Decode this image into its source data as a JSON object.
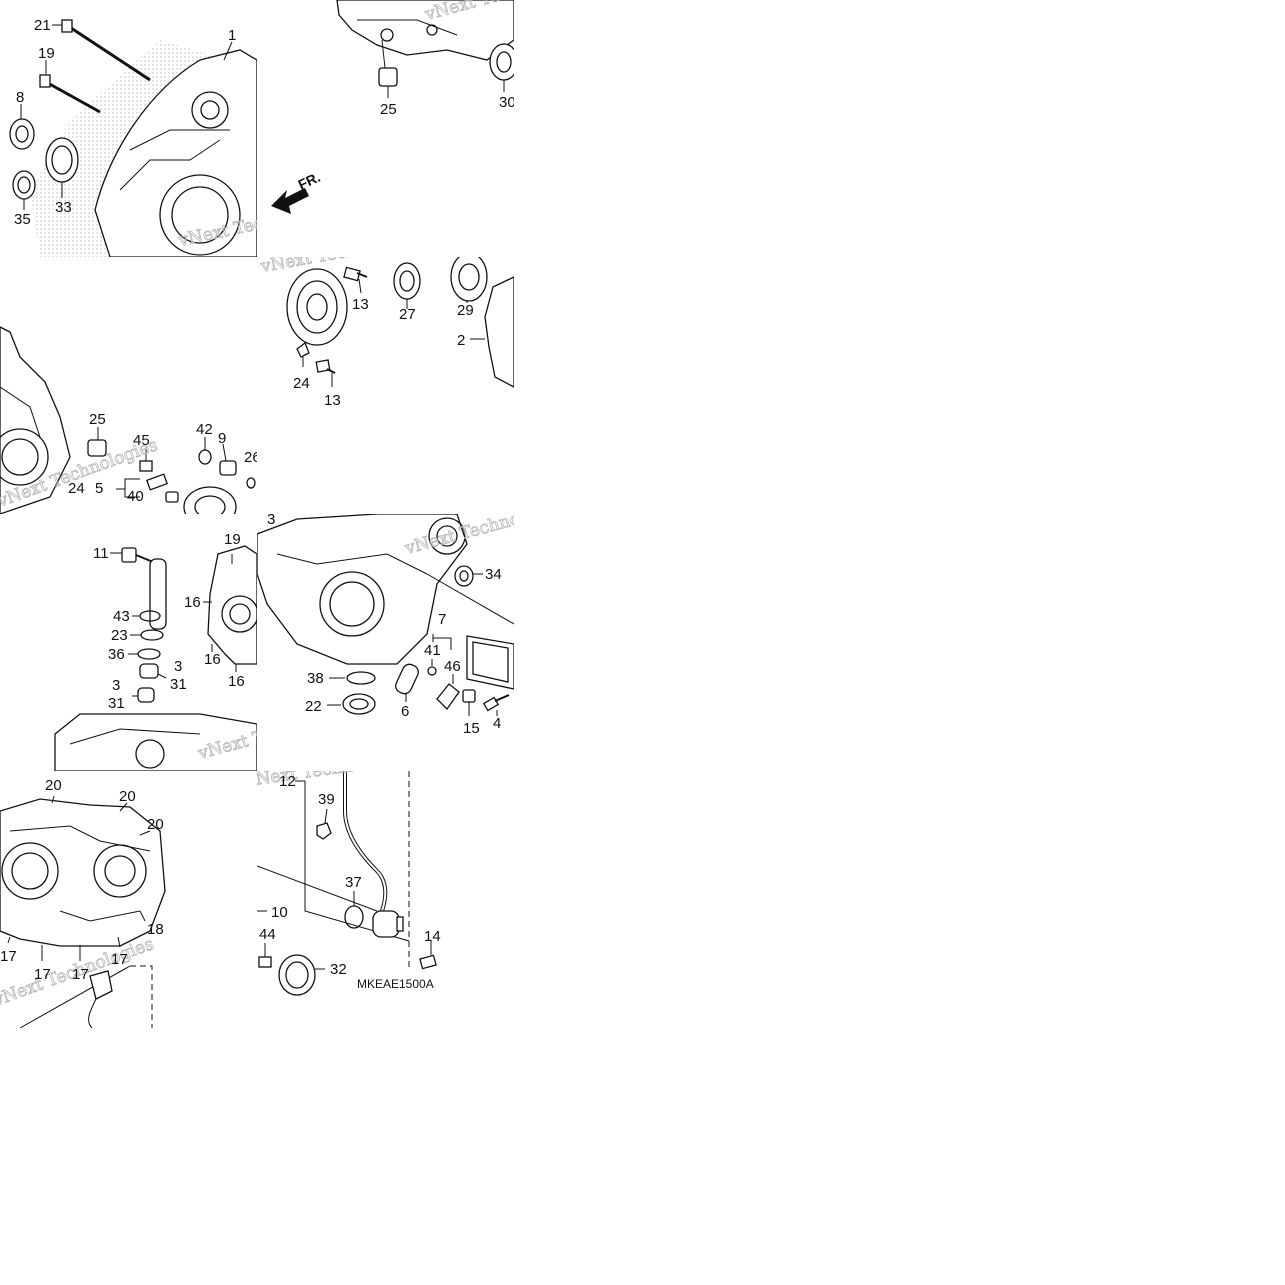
{
  "diagram": {
    "orientation_label": "FR.",
    "diagram_code": "MKEAE1500A",
    "watermark_text": "vNext Technologies"
  },
  "tiles": {
    "t00": {
      "labels": [
        "21",
        "1",
        "19",
        "8",
        "35",
        "33"
      ]
    },
    "t01": {
      "labels": [
        "25",
        "30"
      ]
    },
    "t11": {
      "labels": [
        "13",
        "27",
        "29",
        "2",
        "24",
        "13"
      ]
    },
    "t10": {
      "labels": [
        "25",
        "45",
        "42",
        "9",
        "26",
        "24",
        "5",
        "40"
      ]
    },
    "t20": {
      "labels": [
        "11",
        "19",
        "16",
        "43",
        "23",
        "36",
        "3",
        "31",
        "16",
        "16",
        "3",
        "31"
      ]
    },
    "t21": {
      "labels": [
        "3",
        "34",
        "7",
        "41",
        "46",
        "38",
        "22",
        "6",
        "15",
        "4"
      ]
    },
    "t30": {
      "labels": [
        "20",
        "20",
        "20",
        "18",
        "17",
        "17",
        "17",
        "17"
      ]
    },
    "t31": {
      "labels": [
        "12",
        "39",
        "37",
        "10",
        "44",
        "14",
        "32"
      ]
    }
  }
}
